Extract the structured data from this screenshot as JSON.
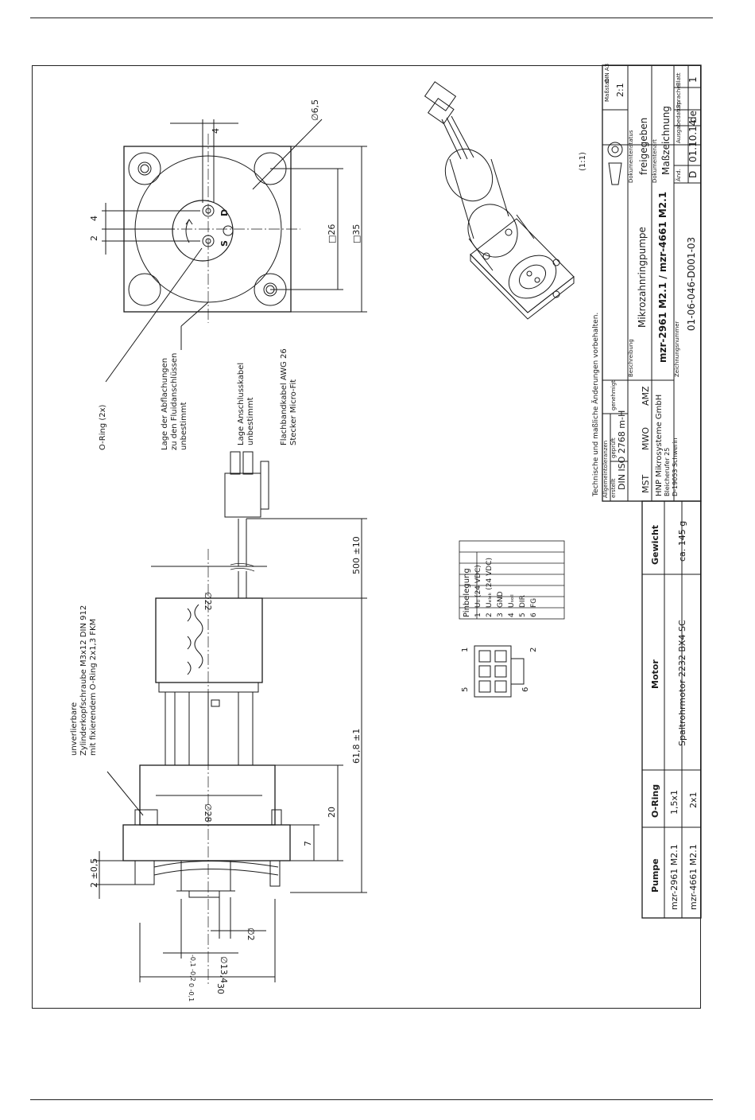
{
  "dims": {
    "d65": "∅6,5",
    "four": "4",
    "two": "2",
    "four_b": "4",
    "sq26": "□26",
    "sq35": "□35",
    "port_d": "D",
    "port_s": "S",
    "d22": "∅22",
    "d28": "∅28",
    "d2": "∅2",
    "d134": "∅13,4",
    "d134_tol": "-0,1  -0,2",
    "thirty": "30",
    "thirty_tol": "0  -0,1",
    "twenty": "20",
    "seven": "7",
    "len_618": "61,8 ±1",
    "len_500": "500 ±10",
    "two_05": "2 ±0,5"
  },
  "notes": {
    "oring": "O-Ring (2x)",
    "flats": [
      "Lage der Abflachungen",
      "zu den Fluidanschlüssen",
      "unbestimmt"
    ],
    "cable": [
      "Lage Anschlusskabel",
      "unbestimmt"
    ],
    "ribbon": [
      "Flachbandkabel AWG 26",
      "Stecker Micro-Fit"
    ],
    "screw": [
      "unverlierbare",
      "Zylinderkopfschraube M3x12 DIN 912",
      "mit fixierendem O-Ring 2x1,3 FKM"
    ],
    "scale_iso": "(1:1)",
    "rights": "Technische und maßliche Änderungen vorbehalten."
  },
  "pins": {
    "title": "Pinbelegung",
    "rows": [
      {
        "n": "1",
        "label": "U₀ (24 VDC)"
      },
      {
        "n": "2",
        "label": "Uₑₗₑₖ (24 VDC)"
      },
      {
        "n": "3",
        "label": "GND"
      },
      {
        "n": "4",
        "label": "Uₛₒₗₗ"
      },
      {
        "n": "5",
        "label": "DIR"
      },
      {
        "n": "6",
        "label": "FG"
      }
    ],
    "connector_labels": {
      "one": "1",
      "two": "2",
      "five": "5",
      "six": "6"
    }
  },
  "table": {
    "headers": [
      "Pumpe",
      "O-Ring",
      "Motor",
      "Gewicht"
    ],
    "rows": [
      {
        "pumpe": "mzr-2961 M2.1",
        "oring": "1,5x1"
      },
      {
        "pumpe": "mzr-4661 M2.1",
        "oring": "2x1"
      }
    ],
    "motor": "Spaltrohrmotor 2232 BX4 SC",
    "gewicht": "ca. 145 g"
  },
  "titleblock": {
    "allg_label": "Allgemeintoleranzen",
    "allg_value": "DIN ISO 2768 m-H",
    "erstellt_label": "erstellt",
    "erstellt": "MST",
    "geprueft_label": "geprüft",
    "geprueft": "MWO",
    "genehmigt_label": "genehmigt",
    "genehmigt": "AMZ",
    "company": "HNP Mikrosysteme GmbH",
    "street": "Bleicherufer 25",
    "city": "D-19053 Schwerin",
    "beschreibung_label": "Beschreibung",
    "desc1": "Mikrozahnringpumpe",
    "desc2": "mzr-2961 M2.1 / mzr-4661 M2.1",
    "zeichnung_label": "Zeichnungsnummer",
    "zeichnung": "01-06-046-D001-03",
    "massstab_label": "Maßstab",
    "format": "DIN A3",
    "massstab": "2:1",
    "status_label": "Dokumentenstatus",
    "status": "freigegeben",
    "doctype_label": "Dokumentenart",
    "doctype": "Maßzeichnung",
    "aend_label": "Änd.",
    "aend": "D",
    "date_label": "Ausgabedatum",
    "date": "01.10.14",
    "lang_label": "Sprache",
    "lang": "de",
    "sheet_label": "Blatt",
    "sheet": "1"
  }
}
